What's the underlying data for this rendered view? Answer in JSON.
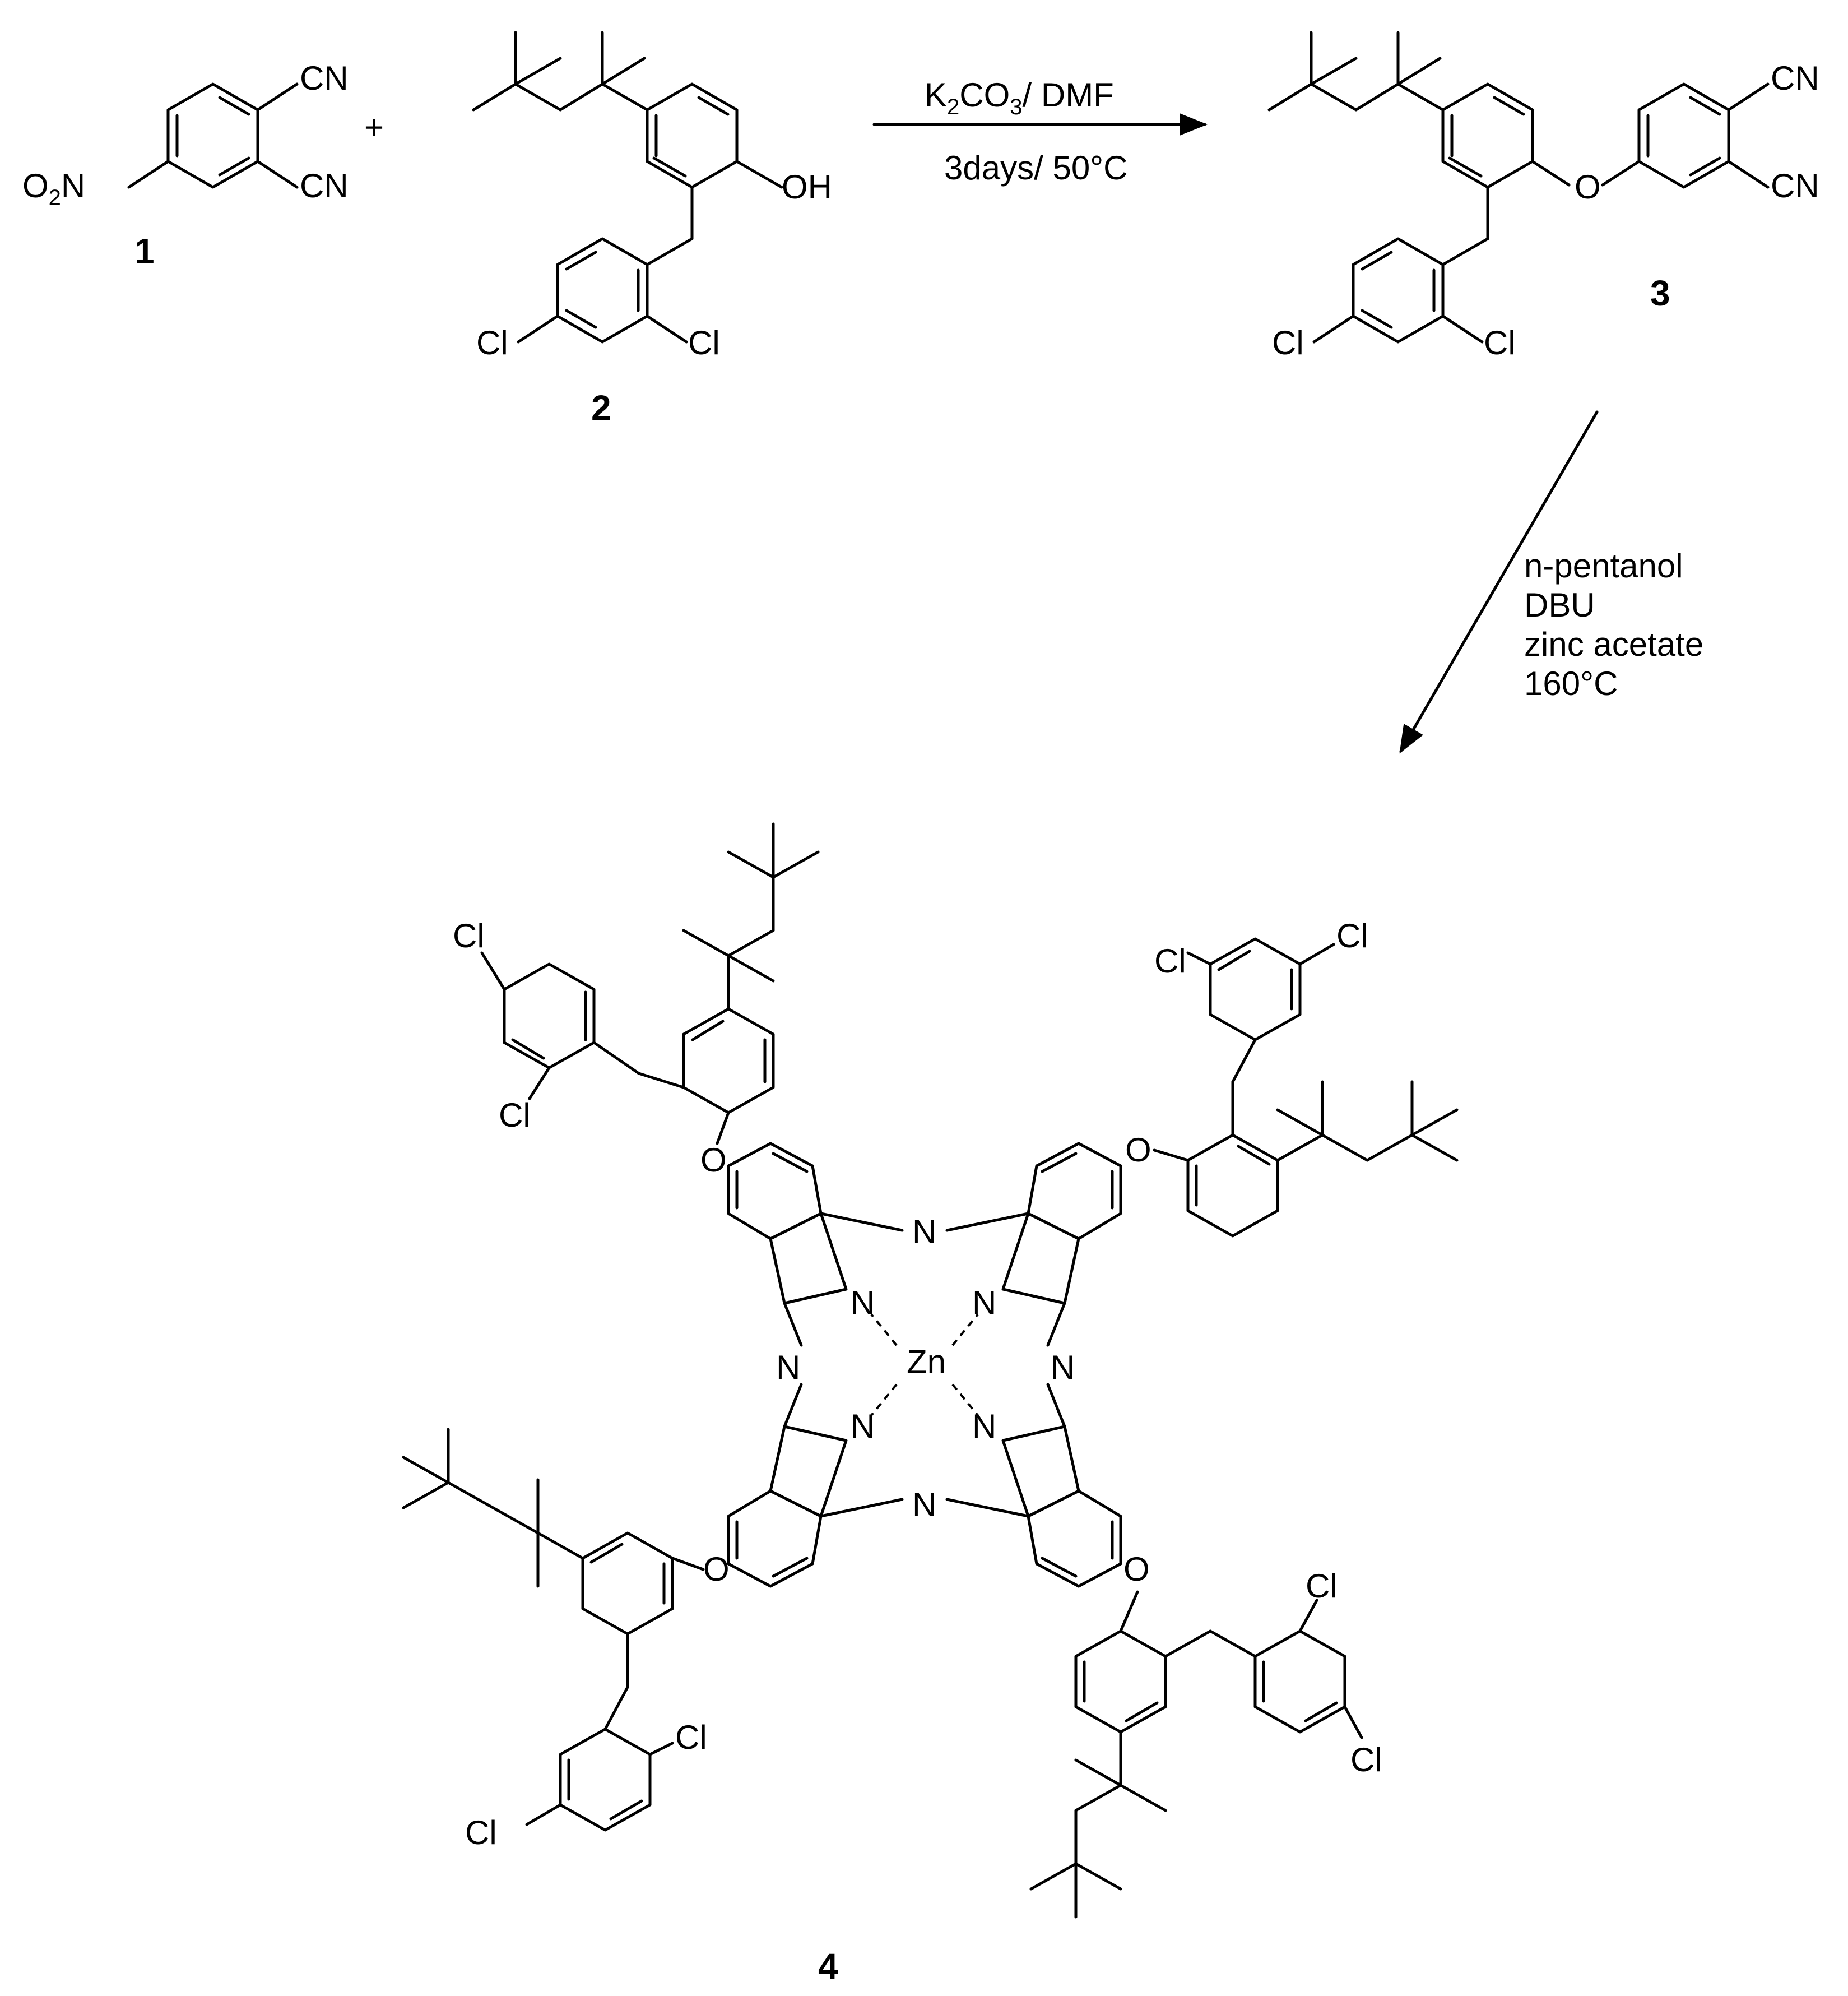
{
  "compounds": {
    "c1": {
      "number": "1",
      "substituents": {
        "nitro": "O2N",
        "cn_top": "CN",
        "cn_bottom": "CN"
      }
    },
    "c2": {
      "number": "2",
      "substituents": {
        "oh": "OH",
        "cl_left": "Cl",
        "cl_right": "Cl"
      }
    },
    "c3": {
      "number": "3",
      "substituents": {
        "o": "O",
        "cn_top": "CN",
        "cn_bottom": "CN",
        "cl_left": "Cl",
        "cl_right": "Cl"
      }
    },
    "c4": {
      "number": "4",
      "metal": "Zn",
      "ring_n": "N",
      "bridge_n": "N",
      "ether_o": "O",
      "cl": "Cl"
    }
  },
  "plus_sign": "+",
  "step1": {
    "reagent_line": "K2CO3/ DMF",
    "condition_line": "3days/ 50°C"
  },
  "step2": {
    "lines": [
      "n-pentanol",
      "DBU",
      "zinc acetate",
      "160°C"
    ]
  }
}
